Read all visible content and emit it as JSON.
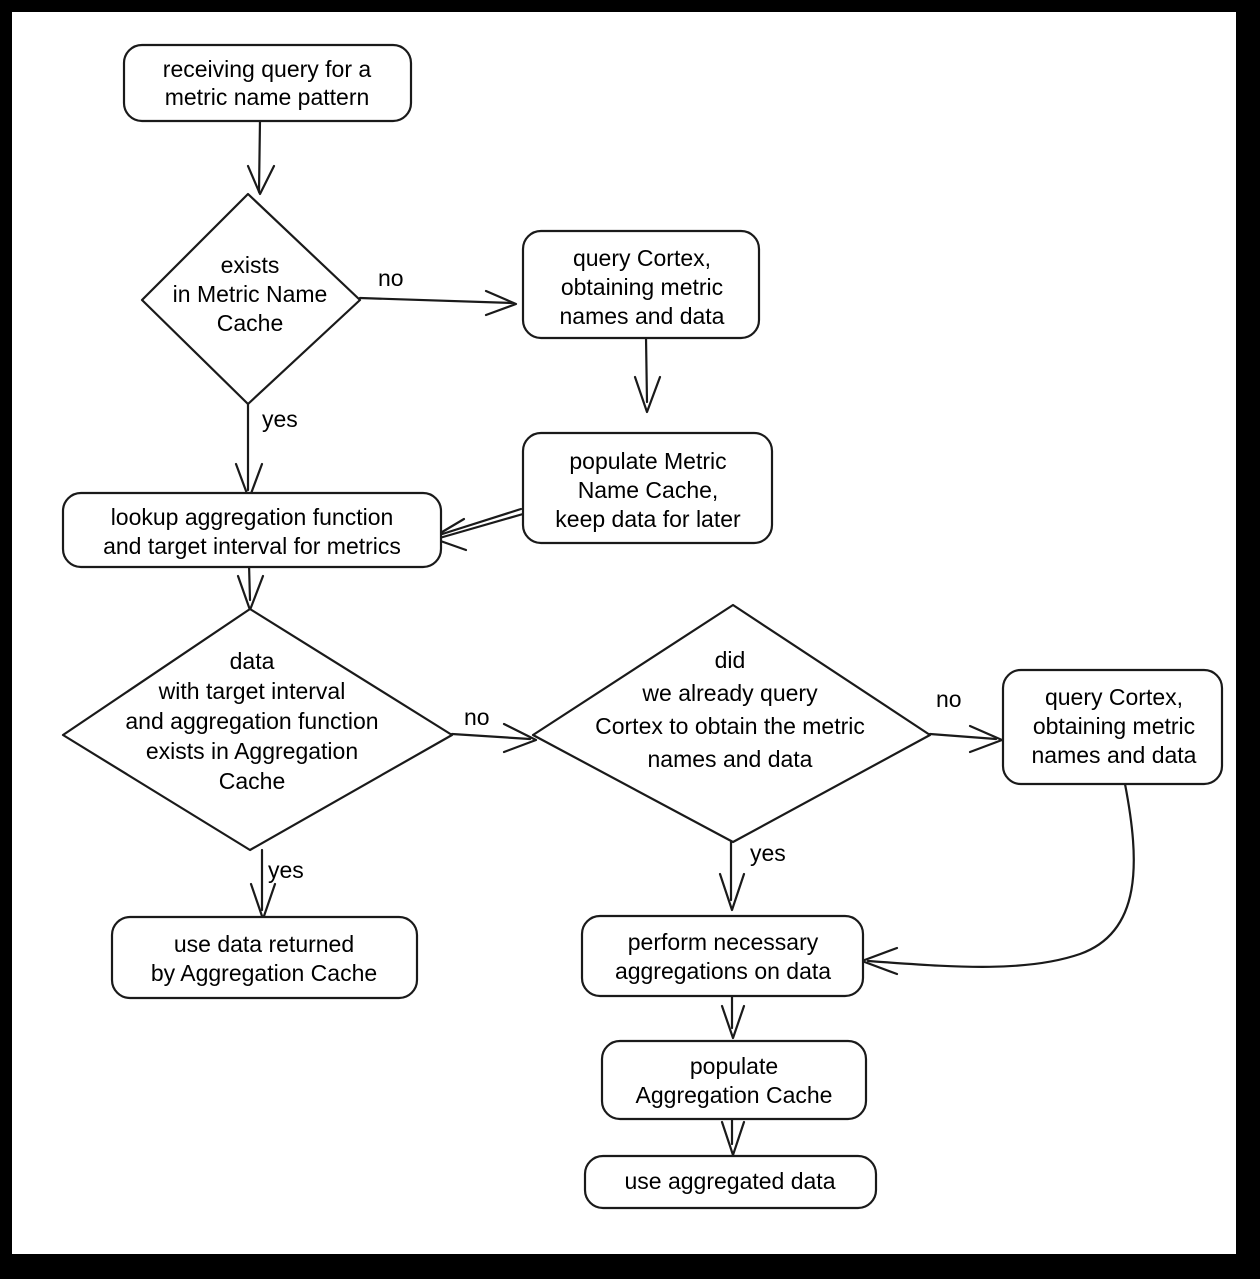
{
  "diagram": {
    "title": "metric name pattern query caching flowchart",
    "background_color": "#ffffff",
    "border_color": "#000000",
    "stroke_color": "#1a1a1a",
    "nodes": {
      "receive_query": {
        "kind": "rounded-box",
        "lines": [
          "receiving query for a",
          "metric name pattern"
        ]
      },
      "exists_metric_name_cache": {
        "kind": "diamond",
        "lines": [
          "exists",
          "in Metric Name",
          "Cache"
        ]
      },
      "query_cortex_top": {
        "kind": "rounded-box",
        "lines": [
          "query Cortex,",
          "obtaining metric",
          "names and data"
        ]
      },
      "populate_metric_name_cache": {
        "kind": "rounded-box",
        "lines": [
          "populate Metric",
          "Name Cache,",
          "keep data for later"
        ]
      },
      "lookup_aggregation": {
        "kind": "rounded-box",
        "lines": [
          "lookup aggregation function",
          "and target interval for metrics"
        ]
      },
      "exists_aggregation_cache": {
        "kind": "diamond",
        "lines": [
          "data",
          "with target interval",
          "and aggregation function",
          "exists in Aggregation",
          "Cache"
        ]
      },
      "already_queried_cortex": {
        "kind": "diamond",
        "lines": [
          "did",
          "we already query",
          "Cortex to obtain the metric",
          "names and data"
        ]
      },
      "query_cortex_right": {
        "kind": "rounded-box",
        "lines": [
          "query Cortex,",
          "obtaining metric",
          "names and data"
        ]
      },
      "use_cached_data": {
        "kind": "rounded-box",
        "lines": [
          "use data returned",
          "by Aggregation Cache"
        ]
      },
      "perform_aggregations": {
        "kind": "rounded-box",
        "lines": [
          "perform necessary",
          "aggregations on data"
        ]
      },
      "populate_aggregation_cache": {
        "kind": "rounded-box",
        "lines": [
          "populate",
          "Aggregation Cache"
        ]
      },
      "use_aggregated_data": {
        "kind": "rounded-box",
        "lines": [
          "use aggregated data"
        ]
      }
    },
    "edge_labels": {
      "metric_cache_no": "no",
      "metric_cache_yes": "yes",
      "agg_cache_no": "no",
      "agg_cache_yes": "yes",
      "already_queried_no": "no",
      "already_queried_yes": "yes"
    }
  }
}
